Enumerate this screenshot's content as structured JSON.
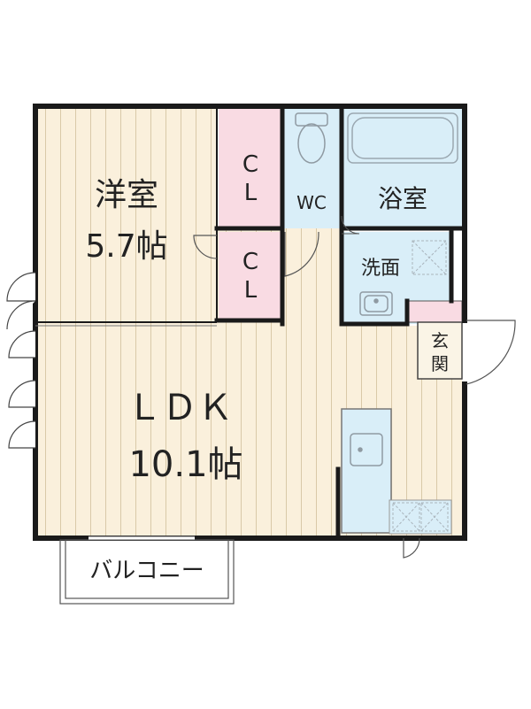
{
  "rooms": {
    "western": {
      "name": "洋室",
      "size": "5.7帖"
    },
    "closet_upper": {
      "line1": "C",
      "line2": "L"
    },
    "closet_lower": {
      "line1": "C",
      "line2": "L"
    },
    "wc": {
      "name": "WC"
    },
    "bath": {
      "name": "浴室"
    },
    "washroom": {
      "name": "洗面"
    },
    "entrance": {
      "line1": "玄",
      "line2": "関"
    },
    "ldk": {
      "name": "ＬＤＫ",
      "size": "10.1帖"
    },
    "balcony": {
      "name": "バルコニー"
    }
  },
  "colors": {
    "wall": "#1a1a1a",
    "floor": "#faf0dc",
    "floor_line": "#d9c9a8",
    "closet": "#f9dbe3",
    "wet_area": "#d9eef8",
    "fixture": "#9aa7b0"
  }
}
